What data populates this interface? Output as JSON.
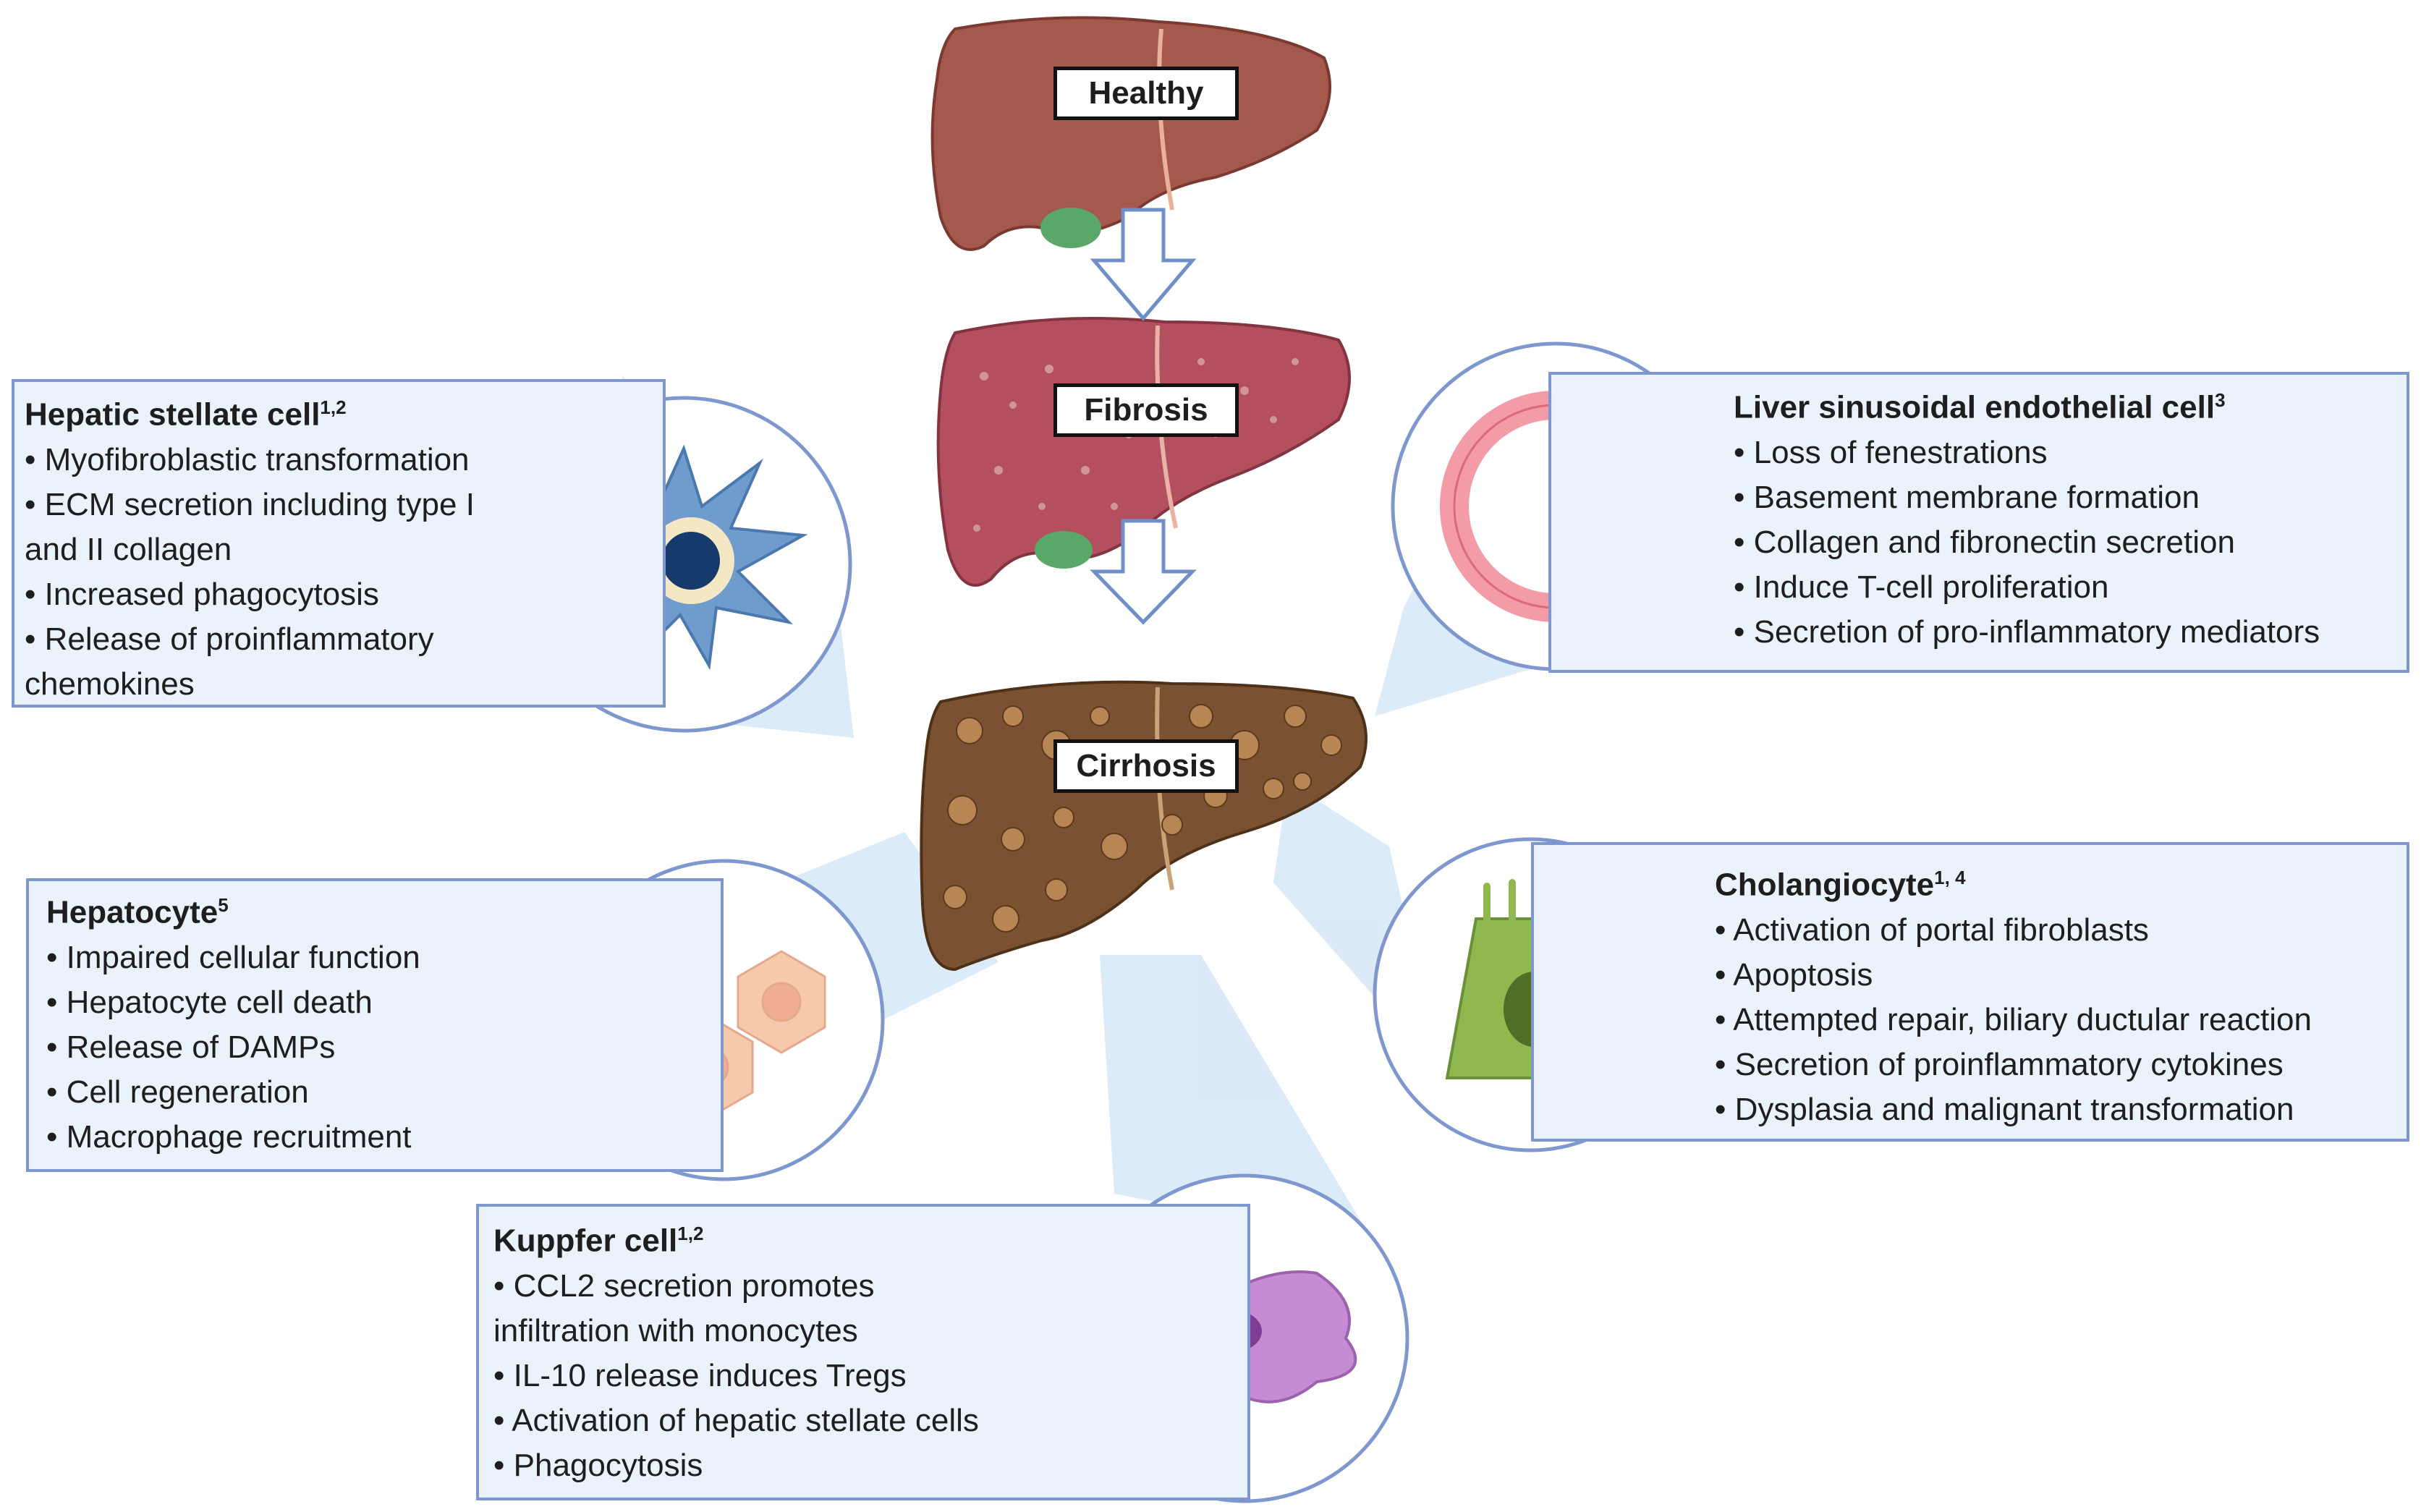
{
  "stages": {
    "healthy": "Healthy",
    "fibrosis": "Fibrosis",
    "cirrhosis": "Cirrhosis"
  },
  "panels": {
    "hepatic_stellate": {
      "title": "Hepatic stellate cell",
      "ref": "1,2",
      "items": [
        "Myofibroblastic transformation",
        "ECM secretion including type I",
        "Increased phagocytosis",
        "Release of proinflammatory"
      ],
      "wrap": [
        "and II collagen",
        "chemokines"
      ]
    },
    "lsec": {
      "title": "Liver sinusoidal endothelial cell",
      "ref": "3",
      "items": [
        "Loss of fenestrations",
        "Basement membrane formation",
        "Collagen and fibronectin secretion",
        "Induce T-cell proliferation",
        "Secretion of pro-inflammatory mediators"
      ]
    },
    "hepatocyte": {
      "title": "Hepatocyte",
      "ref": "5",
      "items": [
        "Impaired cellular function",
        "Hepatocyte cell death",
        "Release of DAMPs",
        "Cell regeneration",
        "Macrophage recruitment"
      ]
    },
    "cholangiocyte": {
      "title": "Cholangiocyte",
      "ref": "1, 4",
      "items": [
        "Activation of portal fibroblasts",
        "Apoptosis",
        "Attempted repair, biliary ductular reaction",
        "Secretion of proinflammatory cytokines",
        "Dysplasia and malignant transformation"
      ]
    },
    "kupffer": {
      "title": "Kuppfer cell",
      "ref": "1,2",
      "items": [
        "CCL2 secretion promotes",
        "IL-10 release induces Tregs",
        "Activation of hepatic stellate cells",
        "Phagocytosis"
      ],
      "wrap": [
        "infiltration with monocytes"
      ]
    }
  },
  "colors": {
    "healthy_liver": "#a5584c",
    "fibrosis_liver": "#b34f5e",
    "cirrhosis_liver": "#7a5231",
    "panel_fill": "#eaf2fb",
    "panel_border": "#7e98cf",
    "beam": "#d4e6f7",
    "stellate_cell": "#6f9ccd",
    "endothelial_cell": "#f39ba6",
    "hepatocyte_cell": "#f7c9ac",
    "cholangiocyte_cell": "#8fb84f",
    "kupffer_cell": "#c58bd5"
  },
  "icons": [
    "stellate-cell-icon",
    "endothelial-ring-icon",
    "hepatocyte-cells-icon",
    "cholangiocyte-cell-icon",
    "kupffer-cell-icon",
    "down-arrow-icon"
  ]
}
